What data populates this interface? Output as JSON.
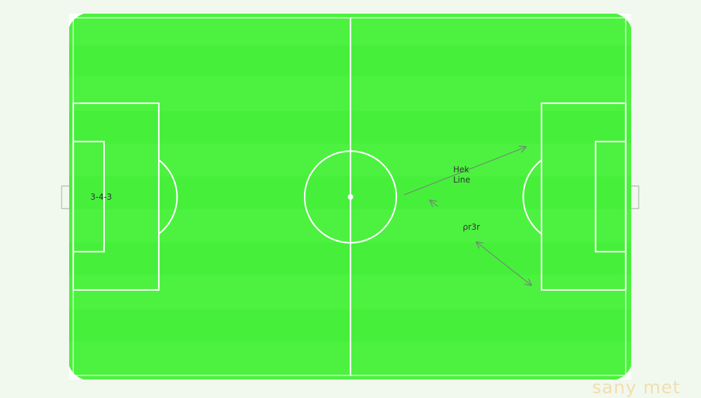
{
  "diagram": {
    "formation_label": "3-4-3",
    "annotation_1_line1": "Hek",
    "annotation_1_line2": "Line",
    "annotation_2": "ρr3r"
  },
  "colors": {
    "background": "#f1f8ee",
    "pitch_light": "#4cf23f",
    "pitch_dark": "#3fee33",
    "lines": "#ffffff",
    "arrows": "#6f8f72"
  },
  "watermark": "sany met"
}
